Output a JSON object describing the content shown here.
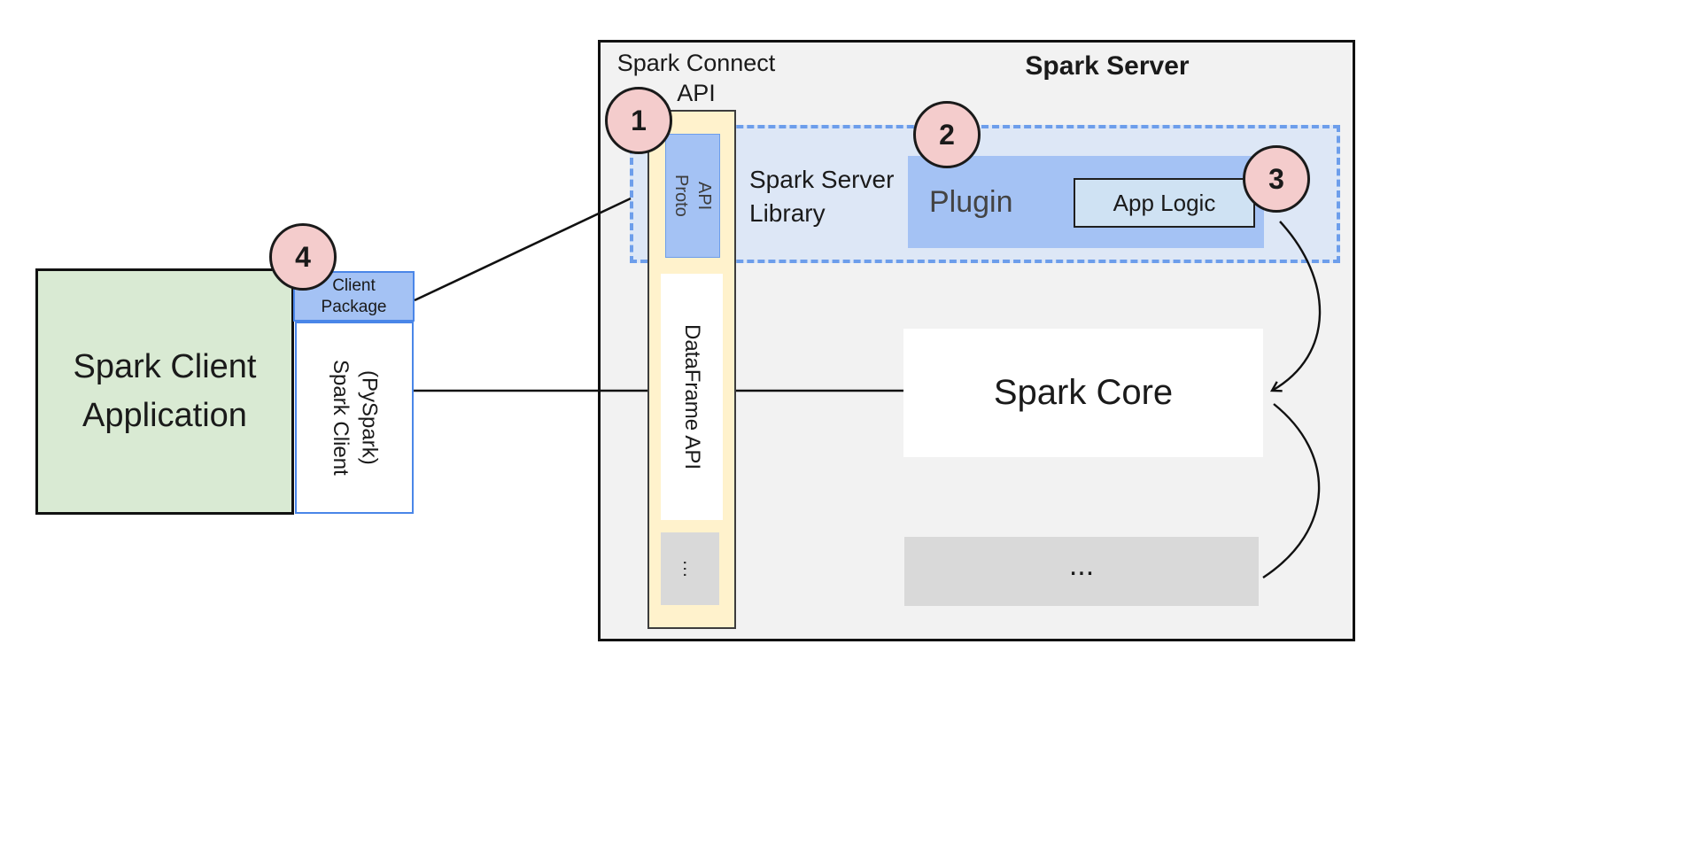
{
  "colors": {
    "badge_pink": "#f4cccc",
    "accent_blue": "#a4c2f4",
    "light_blue": "#cfe2f3",
    "pale_blue_library_bg": "#dde7f6",
    "dashed_border_blue": "#6d9eeb",
    "api_column_yellow": "#fff2cc",
    "client_green": "#d9ead3",
    "placeholder_gray": "#d9d9d9",
    "server_background": "#f2f2f2"
  },
  "badges": {
    "one": "1",
    "two": "2",
    "three": "3",
    "four": "4"
  },
  "client": {
    "application_label": "Spark Client\nApplication",
    "package_label": "Client\nPackage",
    "library_label": "Spark Client\n(PySpark)"
  },
  "server": {
    "title": "Spark Server",
    "connect_api_label": "Spark Connect\nAPI",
    "proto_api_label": "Proto\nAPI",
    "dataframe_api_label": "DataFrame API",
    "api_column_more": "…",
    "library_label": "Spark Server\nLibrary",
    "plugin_label": "Plugin",
    "app_logic_label": "App Logic",
    "core_label": "Spark Core",
    "core_more": "..."
  }
}
